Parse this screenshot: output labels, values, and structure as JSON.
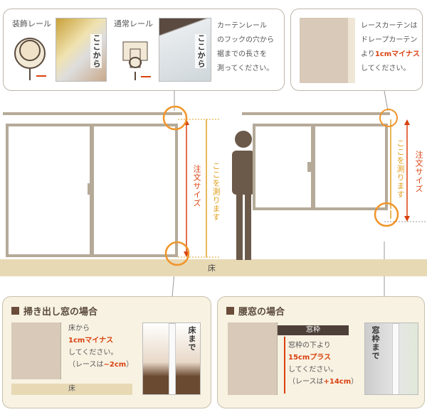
{
  "top_left": {
    "decor_rail": "装飾レール",
    "normal_rail": "通常レール",
    "photo_label": "ここから",
    "instructions": [
      "カーテンレール",
      "のフックの穴から",
      "裾までの長さを",
      "測ってください。"
    ]
  },
  "top_right": {
    "lines": [
      "レースカーテンは",
      "ドレープカーテン"
    ],
    "prefix": "より",
    "highlight": "1cmマイナス",
    "suffix": "してください。"
  },
  "diagram": {
    "order_size": "注文サイズ",
    "measure_here": "ここを測ります",
    "floor": "床"
  },
  "panel_left": {
    "title": "掃き出し窓の場合",
    "line1": "床から",
    "highlight": "1cmマイナス",
    "line3": "してください。",
    "lace_prefix": "（レースは",
    "lace_value": "−2cm",
    "lace_suffix": "）",
    "floor": "床",
    "photo_label": "床まで"
  },
  "panel_right": {
    "title": "腰窓の場合",
    "frame": "窓枠",
    "line1": "窓枠の下より",
    "highlight": "15cmプラス",
    "line3": "してください。",
    "lace_prefix": "（レースは",
    "lace_value": "+14cm",
    "lace_suffix": "）",
    "photo_label": "窓枠まで"
  },
  "colors": {
    "accent": "#d9410f",
    "measure": "#e0a020",
    "floor": "#e8d9b5",
    "curtain": "#d8c9b8"
  }
}
